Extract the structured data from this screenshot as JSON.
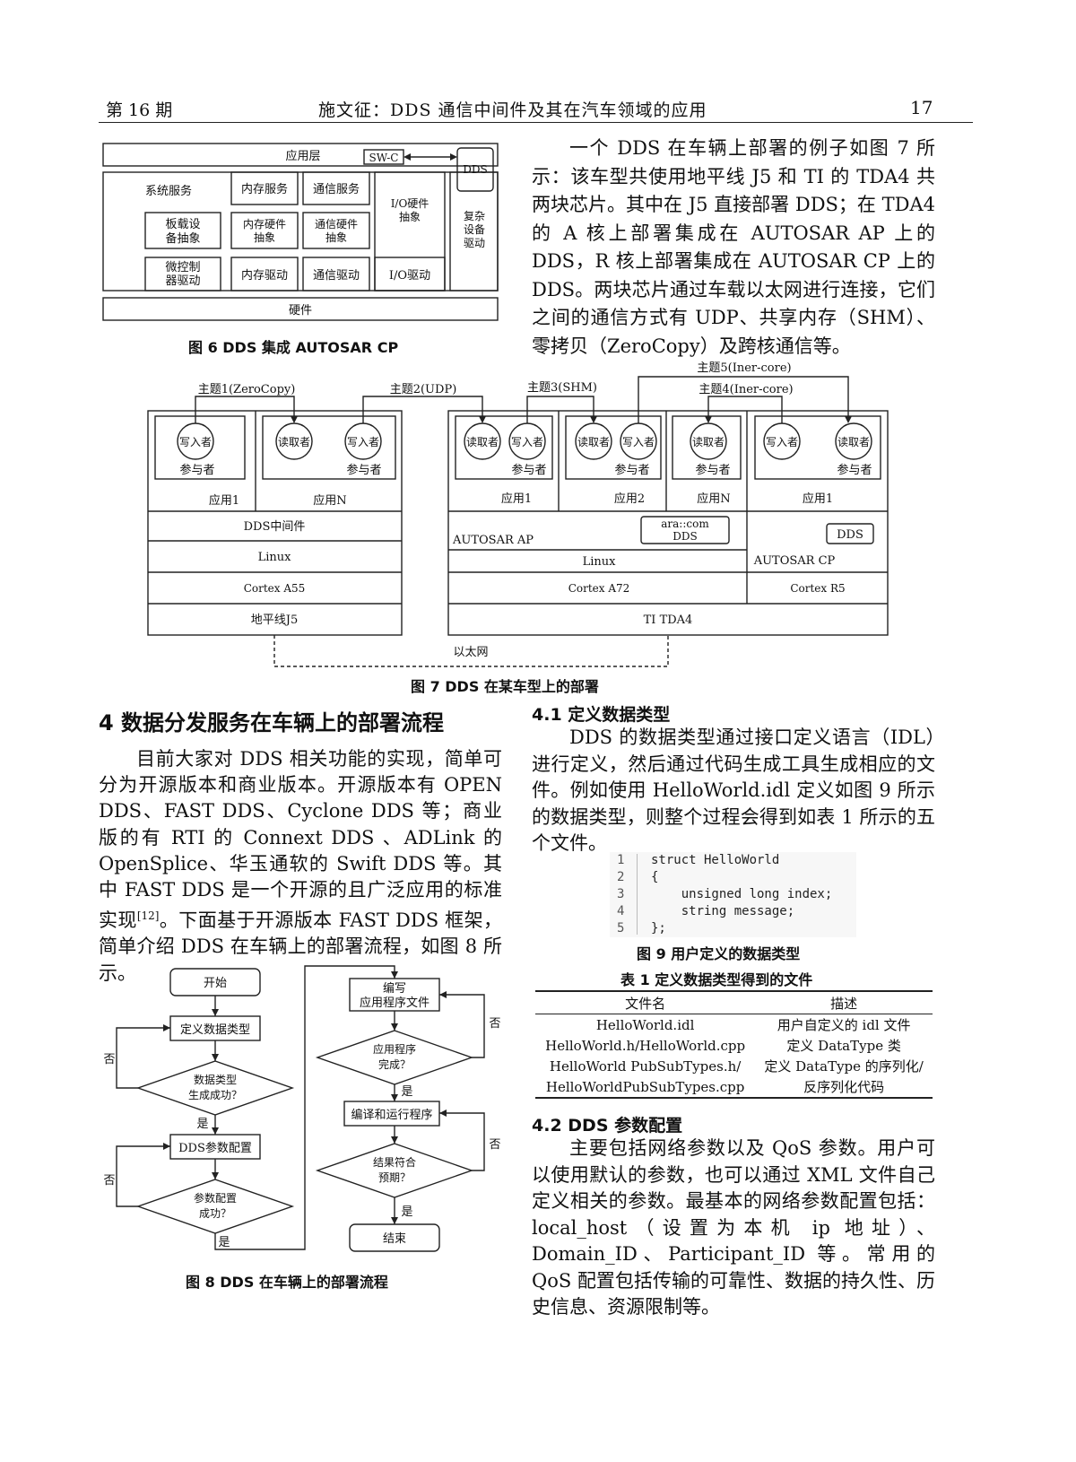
{
  "header": {
    "issue": "第 16 期",
    "title": "施文征：DDS 通信中间件及其在汽车领域的应用",
    "page_number": "17"
  },
  "fig6": {
    "caption": "图 6   DDS 集成 AUTOSAR CP",
    "app_layer": "应用层",
    "swc": "SW-C",
    "dds": "DDS",
    "sys_service": "系统服务",
    "mem_service": "内存服务",
    "comm_service": "通信服务",
    "io_hw": [
      "I/O硬件",
      "抽象"
    ],
    "complex": [
      "复杂",
      "设备",
      "驱动"
    ],
    "board": [
      "板载设",
      "备抽象"
    ],
    "mem_hw": [
      "内存硬件",
      "抽象"
    ],
    "comm_hw": [
      "通信硬件",
      "抽象"
    ],
    "mcu": [
      "微控制",
      "器驱动"
    ],
    "mem_drv": "内存驱动",
    "comm_drv": "通信驱动",
    "io_drv": "I/O驱动",
    "hardware": "硬件"
  },
  "right_intro": "一个 DDS 在车辆上部署的例子如图 7 所示：该车型共使用地平线 J5 和 TI 的 TDA4 共两块芯片。其中在 J5 直接部署 DDS；在 TDA4 的 A 核上部署集成在 AUTOSAR AP 上的 DDS，R 核上部署集成在 AUTOSAR CP 上的 DDS。两块芯片通过车载以太网进行连接，它们之间的通信方式有 UDP、共享内存（SHM）、零拷贝（ZeroCopy）及跨核通信等。",
  "fig7": {
    "caption": "图 7   DDS 在某车型上的部署",
    "topics": [
      "主题1(ZeroCopy)",
      "主题2(UDP)",
      "主题3(SHM)",
      "主题4(Iner-core)",
      "主题5(Iner-core)"
    ],
    "writer": "写入者",
    "reader": "读取者",
    "participant": "参与者",
    "app1": "应用1",
    "appN": "应用N",
    "app2": "应用2",
    "dds_mw": "DDS中间件",
    "linux": "Linux",
    "cortex_a55": "Cortex A55",
    "j5": "地平线J5",
    "autosar_ap": "AUTOSAR AP",
    "ara_com": "ara::com",
    "dds": "DDS",
    "cortex_a72": "Cortex A72",
    "tda4": "TI TDA4",
    "autosar_cp": "AUTOSAR CP",
    "cortex_r5": "Cortex R5",
    "ethernet": "以太网"
  },
  "section4": {
    "heading": "4   数据分发服务在车辆上的部署流程",
    "para_before_ref": "目前大家对 DDS 相关功能的实现，简单可分为开源版本和商业版本。开源版本有 OPEN DDS、FAST DDS、Cyclone DDS 等；商业版的有 RTI 的 Connext DDS 、ADLink 的 OpenSplice、华玉通软的 Swift DDS 等。其中 FAST DDS 是一个开源的且广泛应用的标准实现",
    "ref": "[12]",
    "para_after_ref": "。下面基于开源版本 FAST DDS 框架，简单介绍 DDS 在车辆上的部署流程，如图 8 所示。"
  },
  "fig8": {
    "caption": "图 8   DDS 在车辆上的部署流程",
    "start": "开始",
    "define_type": "定义数据类型",
    "type_ok": [
      "数据类型",
      "生成成功？"
    ],
    "dds_param": "DDS参数配置",
    "param_ok": [
      "参数配置",
      "成功？"
    ],
    "write_app": [
      "编写",
      "应用程序文件"
    ],
    "app_done": [
      "应用程序",
      "完成？"
    ],
    "compile_run": "编译和运行程序",
    "result_ok": [
      "结果符合",
      "预期？"
    ],
    "end": "结束",
    "yes": "是",
    "no": "否"
  },
  "section41": {
    "heading": "4.1  定义数据类型",
    "para": "DDS 的数据类型通过接口定义语言（IDL）进行定义，然后通过代码生成工具生成相应的文件。例如使用 HelloWorld.idl 定义如图 9 所示的数据类型，则整个过程会得到如表 1 所示的五个文件。"
  },
  "fig9": {
    "caption": "图 9   用户定义的数据类型",
    "lines": [
      {
        "n": "1",
        "code": "struct HelloWorld"
      },
      {
        "n": "2",
        "code": "{"
      },
      {
        "n": "3",
        "code": "    unsigned long index;"
      },
      {
        "n": "4",
        "code": "    string message;"
      },
      {
        "n": "5",
        "code": "};"
      }
    ]
  },
  "table1": {
    "caption": "表 1   定义数据类型得到的文件",
    "headers": [
      "文件名",
      "描述"
    ],
    "rows": [
      [
        "HelloWorld.idl",
        "用户自定义的 idl 文件"
      ],
      [
        "HelloWorld.h/HelloWorld.cpp",
        "定义 DataType 类"
      ],
      [
        "HelloWorld PubSubTypes.h/",
        "定义 DataType 的序列化/"
      ],
      [
        "HelloWorldPubSubTypes.cpp",
        "反序列化代码"
      ]
    ]
  },
  "section42": {
    "heading": "4.2  DDS 参数配置",
    "para": "主要包括网络参数以及 QoS 参数。用户可以使用默认的参数，也可以通过 XML 文件自己定义相关的参数。最基本的网络参数配置包括：local_host（设置为本机 ip 地址）、Domain_ID、Participant_ID 等。常用的 QoS 配置包括传输的可靠性、数据的持久性、历史信息、资源限制等。"
  }
}
